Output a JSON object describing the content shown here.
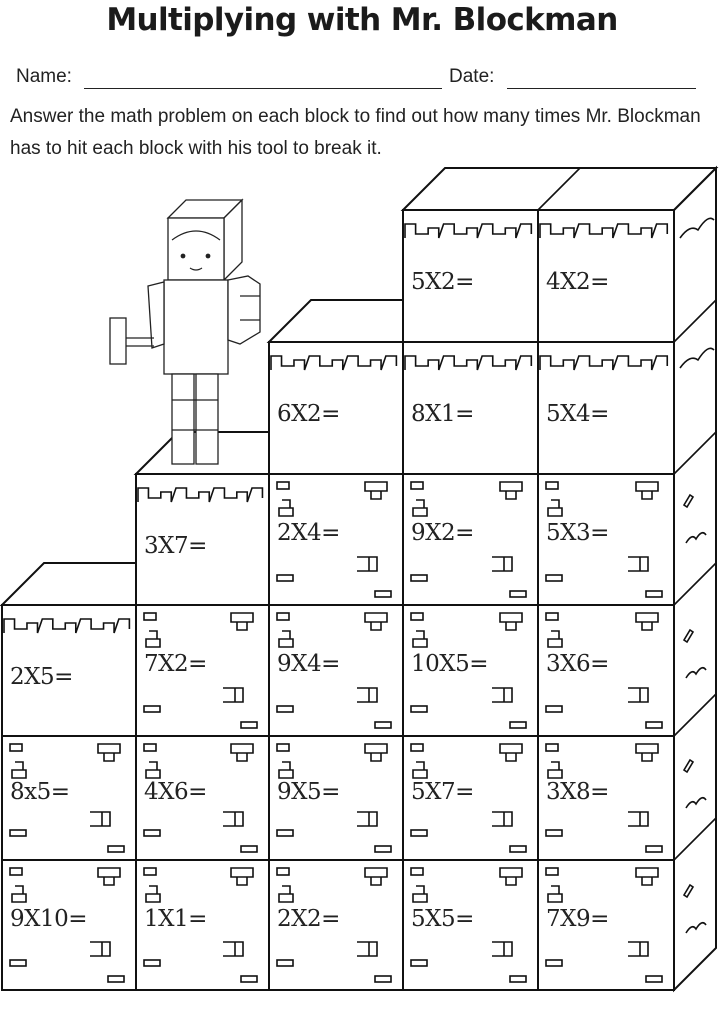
{
  "title": "Multiplying with Mr. Blockman",
  "name_label": "Name:",
  "date_label": "Date:",
  "instructions": "Answer the math problem on each block to find out how many times Mr. Blockman has to hit each block with his tool to break it.",
  "blocks": [
    {
      "problem": "5X2="
    },
    {
      "problem": "4X2="
    },
    {
      "problem": "6X2="
    },
    {
      "problem": "8X1="
    },
    {
      "problem": "5X4="
    },
    {
      "problem": "3X7="
    },
    {
      "problem": "2X4="
    },
    {
      "problem": "9X2="
    },
    {
      "problem": "5X3="
    },
    {
      "problem": "2X5="
    },
    {
      "problem": "7X2="
    },
    {
      "problem": "9X4="
    },
    {
      "problem": "10X5="
    },
    {
      "problem": "3X6="
    },
    {
      "problem": "8x5="
    },
    {
      "problem": "4X6="
    },
    {
      "problem": "9X5="
    },
    {
      "problem": "5X7="
    },
    {
      "problem": "3X8="
    },
    {
      "problem": "9X10="
    },
    {
      "problem": "1X1="
    },
    {
      "problem": "2X2="
    },
    {
      "problem": "5X5="
    },
    {
      "problem": "7X9="
    }
  ]
}
